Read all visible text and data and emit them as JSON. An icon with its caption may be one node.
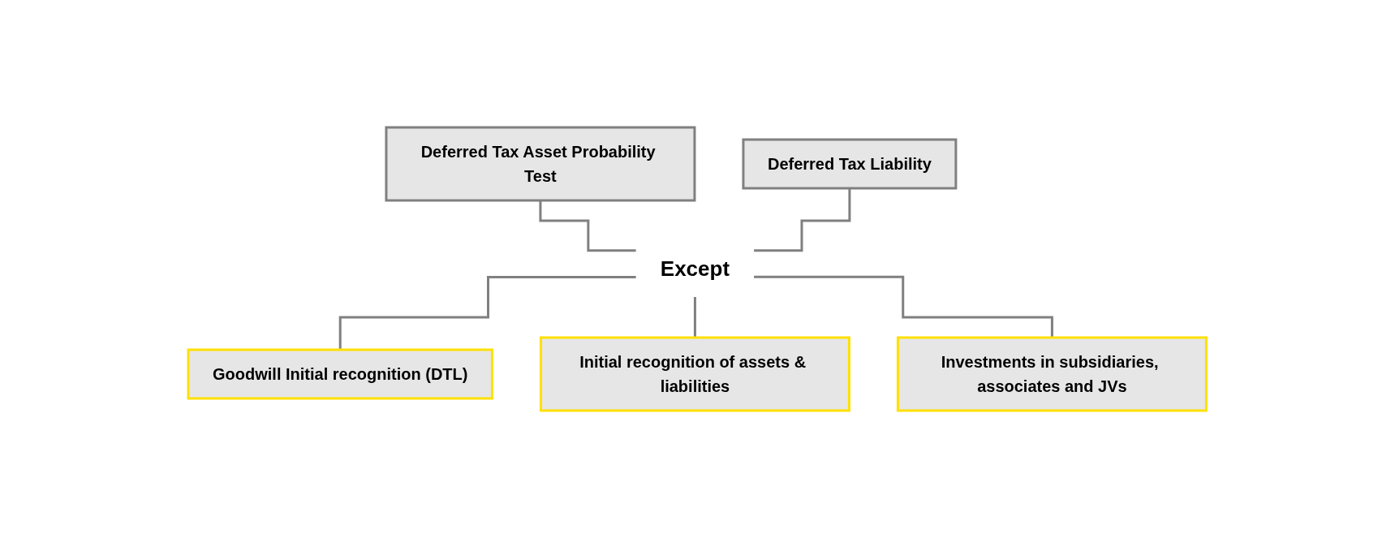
{
  "diagram": {
    "nodes": [
      {
        "text": [
          "Deferred Tax Asset Probability Test"
        ]
      },
      {
        "text": [
          "Deferred Tax Liability"
        ]
      },
      {
        "text": [
          "Except"
        ]
      },
      {
        "text": [
          "Goodwill Initial recognition (DTL)"
        ]
      },
      {
        "text": [
          "Initial recognition of assets & liabilities"
        ]
      },
      {
        "text": [
          "Investments in subsidiaries, associates and JVs"
        ]
      }
    ],
    "edges": [
      {
        "from": 0,
        "to": 2,
        "arrow": "none"
      },
      {
        "from": 1,
        "to": 2,
        "arrow": "none"
      },
      {
        "from": 2,
        "to": 3,
        "arrow": "none"
      },
      {
        "from": 2,
        "to": 4,
        "arrow": "none"
      },
      {
        "from": 2,
        "to": 5,
        "arrow": "none"
      }
    ]
  }
}
